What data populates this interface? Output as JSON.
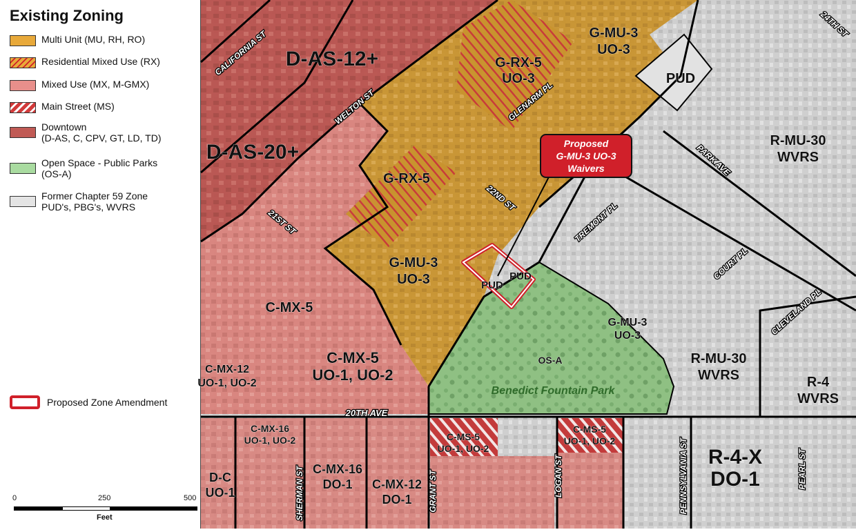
{
  "legend": {
    "title": "Existing Zoning",
    "items": [
      {
        "label": "Multi Unit  (MU, RH, RO)",
        "color": "#e8a93a",
        "pattern": "solid"
      },
      {
        "label": "Residential Mixed Use  (RX)",
        "color": "#e8a93a",
        "pattern": "hatch-red"
      },
      {
        "label": "Mixed Use  (MX, M-GMX)",
        "color": "#e88f8b",
        "pattern": "solid"
      },
      {
        "label": "Main Street  (MS)",
        "color": "#d23a3a",
        "pattern": "hatch-white"
      },
      {
        "label": "Downtown\n(D-AS, C, CPV, GT, LD, TD)",
        "color": "#c05a55",
        "pattern": "solid"
      },
      {
        "label": "Open Space - Public Parks\n(OS-A)",
        "color": "#a9dba0",
        "pattern": "solid"
      },
      {
        "label": "Former Chapter 59 Zone\nPUD's, PBG's, WVRS",
        "color": "#e4e4e4",
        "pattern": "solid"
      }
    ],
    "amendment": {
      "label": "Proposed Zone Amendment",
      "color": "#d0202a"
    }
  },
  "scalebar": {
    "ticks": [
      "0",
      "250",
      "500"
    ],
    "unit": "Feet"
  },
  "callout": {
    "line1": "Proposed",
    "line2": "G-MU-3 UO-3",
    "line3": "Waivers",
    "color": "#d0202a"
  },
  "zones": {
    "das12": "D-AS-12+",
    "das20": "D-AS-20+",
    "grx5_uo3_a": "G-RX-5",
    "grx5_uo3_b": "UO-3",
    "gmu3_top_a": "G-MU-3",
    "gmu3_top_b": "UO-3",
    "pud_top": "PUD",
    "rmu30_top_a": "R-MU-30",
    "rmu30_top_b": "WVRS",
    "grx5": "G-RX-5",
    "gmu3_mid_a": "G-MU-3",
    "gmu3_mid_b": "UO-3",
    "pud_a": "PUD",
    "pud_b": "PUD",
    "cmx5": "C-MX-5",
    "gmu3_small_a": "G-MU-3",
    "gmu3_small_b": "UO-3",
    "cmx12_a": "C-MX-12",
    "cmx12_b": "UO-1, UO-2",
    "cmx5b_a": "C-MX-5",
    "cmx5b_b": "UO-1, UO-2",
    "osa": "OS-A",
    "park": "Benedict Fountain Park",
    "rmu30_bot_a": "R-MU-30",
    "rmu30_bot_b": "WVRS",
    "r4_a": "R-4",
    "r4_b": "WVRS",
    "cmx16a_a": "C-MX-16",
    "cmx16a_b": "UO-1, UO-2",
    "cms5a_a": "C-MS-5",
    "cms5a_b": "UO-1, UO-2",
    "cms5b_a": "C-MS-5",
    "cms5b_b": "UO-1, UO-2",
    "dc_a": "D-C",
    "dc_b": "UO-1",
    "cmx16b_a": "C-MX-16",
    "cmx16b_b": "DO-1",
    "cmx12b_a": "C-MX-12",
    "cmx12b_b": "DO-1",
    "r4x_a": "R-4-X",
    "r4x_b": "DO-1"
  },
  "streets": {
    "california": "CALIFORNIA ST",
    "welton": "WELTON ST",
    "glenarm": "GLENARM PL",
    "st24": "24TH ST",
    "park_ave": "PARK AVE",
    "st22": "22ND ST",
    "tremont": "TREMONT PL",
    "st21": "21ST ST",
    "court": "COURT PL",
    "cleveland": "CLEVELAND PL",
    "ave20": "20TH AVE",
    "sherman": "SHERMAN ST",
    "grant": "GRANT ST",
    "logan": "LOGAN ST",
    "pennsylvania": "PENNSYLVANIA ST",
    "pearl": "PEARL ST"
  }
}
